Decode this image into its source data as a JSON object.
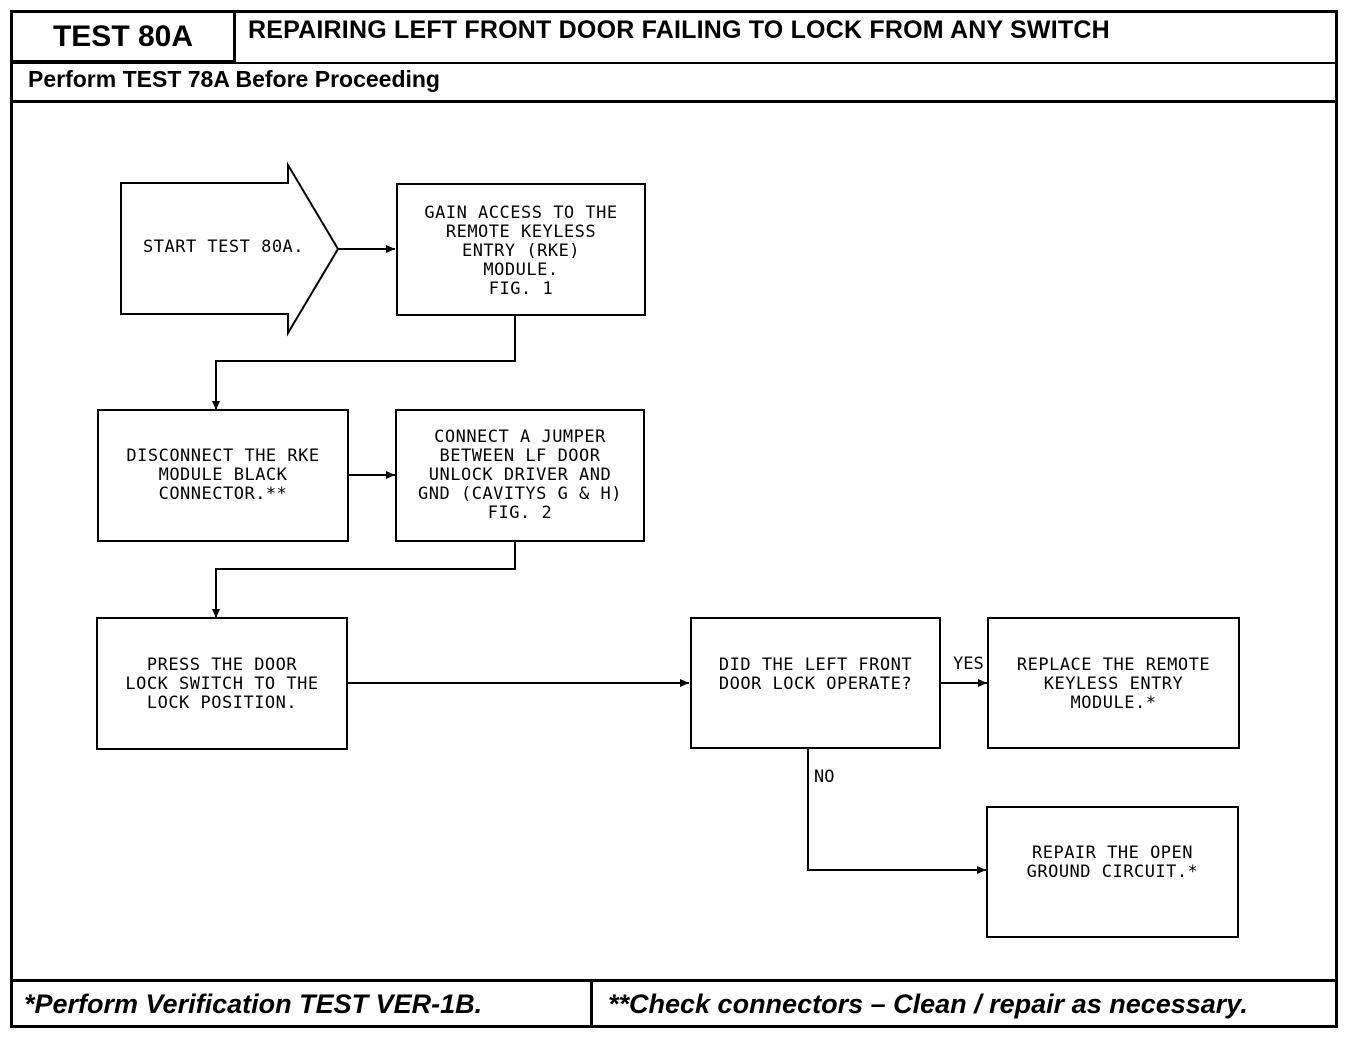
{
  "header": {
    "test_id": "TEST 80A",
    "title": "REPAIRING LEFT FRONT DOOR FAILING TO LOCK FROM ANY SWITCH",
    "prerequisite": "Perform TEST 78A Before Proceeding"
  },
  "flowchart": {
    "start": "START TEST 80A.",
    "step_gain_access": "GAIN ACCESS TO THE\nREMOTE KEYLESS\nENTRY (RKE)\nMODULE.\nFIG. 1",
    "step_disconnect": "DISCONNECT THE RKE\nMODULE BLACK\nCONNECTOR.**",
    "step_jumper": "CONNECT A JUMPER\nBETWEEN LF DOOR\nUNLOCK DRIVER AND\nGND (CAVITYS G & H)\nFIG. 2",
    "step_press": "PRESS THE DOOR\nLOCK SWITCH TO THE\nLOCK POSITION.",
    "question": "DID THE LEFT FRONT\nDOOR LOCK OPERATE?",
    "yes_label": "YES",
    "no_label": "NO",
    "result_yes": "REPLACE THE REMOTE\nKEYLESS ENTRY\nMODULE.*",
    "result_no": "REPAIR THE OPEN\nGROUND CIRCUIT.*"
  },
  "footer": {
    "note_left": "*Perform Verification TEST VER-1B.",
    "note_right": "**Check connectors – Clean / repair as necessary."
  }
}
